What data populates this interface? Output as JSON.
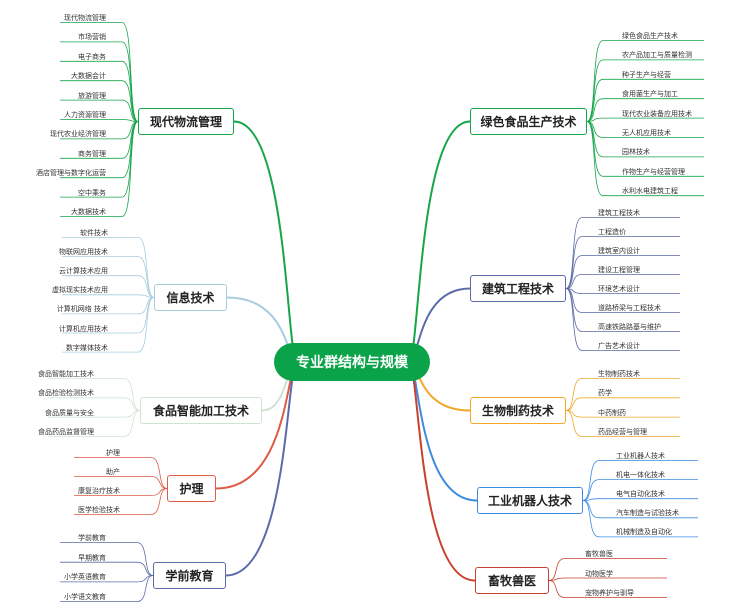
{
  "center": "专业群结构与规模",
  "branches": [
    {
      "label": "现代物流管理",
      "side": "left",
      "color": "#17a54a",
      "children": [
        "现代物流管理",
        "市场营销",
        "电子商务",
        "大数据会计",
        "旅游管理",
        "人力资源管理",
        "现代农业经济管理",
        "商务管理",
        "酒店管理与数字化运营",
        "空中乘务",
        "大数据技术"
      ]
    },
    {
      "label": "信息技术",
      "side": "left",
      "color": "#a8cce0",
      "children": [
        "软件技术",
        "物联网应用技术",
        "云计算技术应用",
        "虚拟现实技术应用",
        "计算机网络 技术",
        "计算机应用技术",
        "数字媒体技术"
      ]
    },
    {
      "label": "食品智能加工技术",
      "side": "left",
      "color": "#cfe3d1",
      "children": [
        "食品智能加工技术",
        "食品检验检测技术",
        "食品质量与安全",
        "食品药品监督管理"
      ]
    },
    {
      "label": "护理",
      "side": "left",
      "color": "#de5b45",
      "children": [
        "护理",
        "助产",
        "康复治疗技术",
        "医学检验技术"
      ]
    },
    {
      "label": "学前教育",
      "side": "left",
      "color": "#5b6aa8",
      "children": [
        "学前教育",
        "早期教育",
        "小学英语教育",
        "小学语文教育"
      ]
    },
    {
      "label": "绿色食品生产技术",
      "side": "right",
      "color": "#17a54a",
      "children": [
        "绿色食品生产技术",
        "农产品加工与质量检测",
        "种子生产与经营",
        "食用菌生产与加工",
        "现代农业装备应用技术",
        "无人机应用技术",
        "园林技术",
        "作物生产与经营管理",
        "水利水电建筑工程"
      ]
    },
    {
      "label": "建筑工程技术",
      "side": "right",
      "color": "#5b6aa8",
      "children": [
        "建筑工程技术",
        "工程造价",
        "建筑室内设计",
        "建设工程管理",
        "环境艺术设计",
        "道路桥梁与工程技术",
        "高速铁路路基与维护",
        "广告艺术设计"
      ]
    },
    {
      "label": "生物制药技术",
      "side": "right",
      "color": "#f0a82a",
      "children": [
        "生物制药技术",
        "药学",
        "中药制药",
        "药品经营与管理"
      ]
    },
    {
      "label": "工业机器人技术",
      "side": "right",
      "color": "#3e8ce0",
      "children": [
        "工业机器人技术",
        "机电一体化技术",
        "电气自动化技术",
        "汽车制造与试验技术",
        "机械制造及自动化"
      ]
    },
    {
      "label": "畜牧兽医",
      "side": "right",
      "color": "#c8412e",
      "children": [
        "畜牧兽医",
        "动物医学",
        "宠物养护与驯导"
      ]
    }
  ]
}
